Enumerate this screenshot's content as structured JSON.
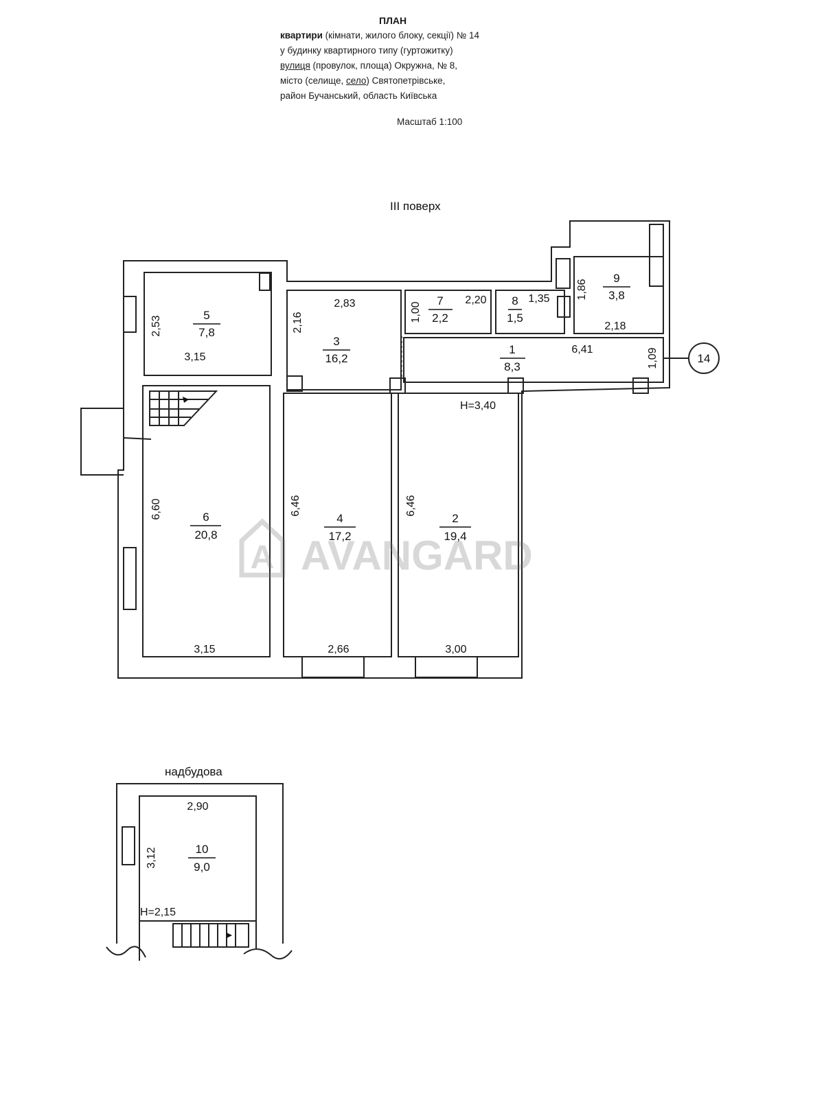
{
  "header": {
    "title": "ПЛАН",
    "line1": {
      "bold": "квартири",
      "rest": " (кімнати, жилого блоку, секції) № 14"
    },
    "line2": "у будинку квартирного типу (гуртожитку)",
    "line3": {
      "underlined": "вулиця",
      "rest": " (провулок, площа) Окружна, № 8,"
    },
    "line4": {
      "pre": "місто (селище, ",
      "underlined": "село",
      "post": ") Святопетрівське,"
    },
    "line5": "район Бучанський, область Київська",
    "scale": "Масштаб 1:100"
  },
  "floor_label": "III поверх",
  "addition_label": "надбудова",
  "apartment_marker": "14",
  "watermark": "AVANGARD",
  "rooms": [
    {
      "id": "room-1",
      "number": "1",
      "area": "8,3"
    },
    {
      "id": "room-2",
      "number": "2",
      "area": "19,4"
    },
    {
      "id": "room-3",
      "number": "3",
      "area": "16,2"
    },
    {
      "id": "room-4",
      "number": "4",
      "area": "17,2"
    },
    {
      "id": "room-5",
      "number": "5",
      "area": "7,8"
    },
    {
      "id": "room-6",
      "number": "6",
      "area": "20,8"
    },
    {
      "id": "room-7",
      "number": "7",
      "area": "2,2"
    },
    {
      "id": "room-8",
      "number": "8",
      "area": "1,5"
    },
    {
      "id": "room-9",
      "number": "9",
      "area": "3,8"
    },
    {
      "id": "room-10",
      "number": "10",
      "area": "9,0"
    }
  ],
  "dimensions": {
    "r5_height": "2,53",
    "r5_width": "3,15",
    "r3_width": "2,83",
    "r3_height": "2,16",
    "r7_height": "1,00",
    "r7_width": "2,20",
    "r8_width": "1,35",
    "r9_height": "1,86",
    "r9_width": "2,18",
    "r1_width": "6,41",
    "r1_height": "1,09",
    "r6_height": "6,60",
    "r6_width": "3,15",
    "r4_height": "6,46",
    "r4_width": "2,66",
    "r2_height": "6,46",
    "r2_width": "3,00",
    "r10_width": "2,90",
    "r10_height": "3,12"
  },
  "ceiling_height_main": "H=3,40",
  "ceiling_height_addition": "H=2,15"
}
